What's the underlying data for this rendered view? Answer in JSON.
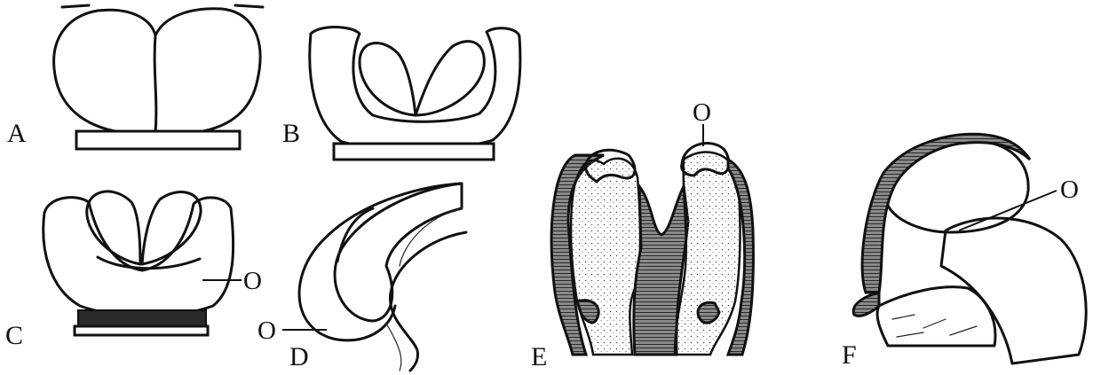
{
  "figure": {
    "panels": [
      {
        "letter": "A"
      },
      {
        "letter": "B"
      },
      {
        "letter": "C"
      },
      {
        "letter": "D"
      },
      {
        "letter": "E"
      },
      {
        "letter": "F"
      }
    ],
    "pointer_labels": {
      "c": "O",
      "d": "O",
      "e": "O",
      "f": "O"
    }
  }
}
